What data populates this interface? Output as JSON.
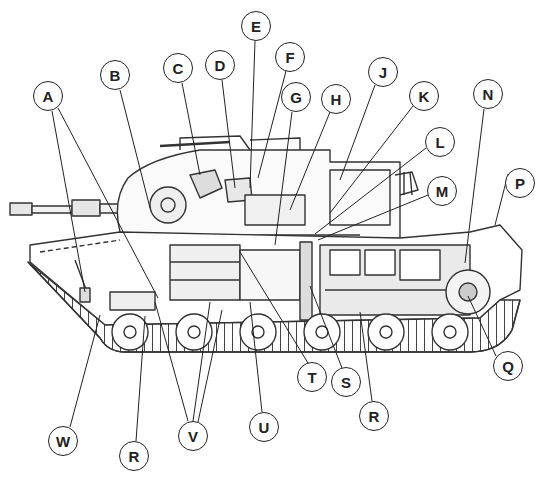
{
  "diagram": {
    "nodes": [
      {
        "text": [
          "A"
        ]
      },
      {
        "text": [
          "B"
        ]
      },
      {
        "text": [
          "C"
        ]
      },
      {
        "text": [
          "D"
        ]
      },
      {
        "text": [
          "E"
        ]
      },
      {
        "text": [
          "F"
        ]
      },
      {
        "text": [
          "G"
        ]
      },
      {
        "text": [
          "H"
        ]
      },
      {
        "text": [
          "J"
        ]
      },
      {
        "text": [
          "K"
        ]
      },
      {
        "text": [
          "L"
        ]
      },
      {
        "text": [
          "M"
        ]
      },
      {
        "text": [
          "N"
        ]
      },
      {
        "text": [
          "P"
        ]
      },
      {
        "text": [
          "Q"
        ]
      },
      {
        "text": [
          "W"
        ]
      },
      {
        "text": [
          "R"
        ]
      },
      {
        "text": [
          "V"
        ]
      },
      {
        "text": [
          "U"
        ]
      },
      {
        "text": [
          "T"
        ]
      },
      {
        "text": [
          "S"
        ]
      },
      {
        "text": [
          "R"
        ]
      }
    ]
  }
}
